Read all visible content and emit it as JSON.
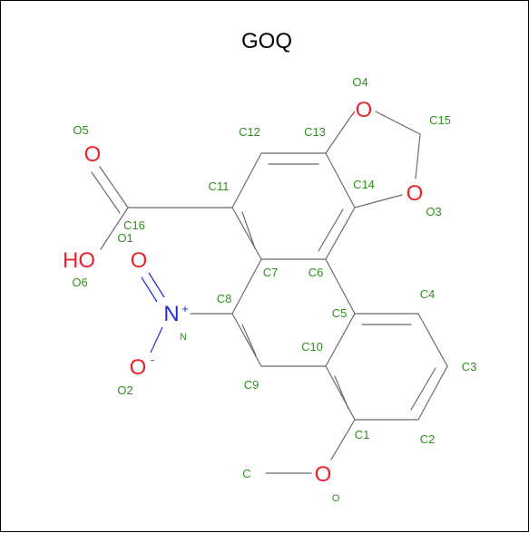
{
  "title": "GOQ",
  "colors": {
    "bond": "#6b6b6b",
    "oxygen": "#e8232a",
    "nitrogen": "#1f2bd6",
    "label": "#2f8f1f"
  },
  "atoms": {
    "O": "O",
    "HO": "HO",
    "N": "N",
    "Nplus": "+",
    "Ominus": "-"
  },
  "labels": {
    "C1": "C1",
    "C2": "C2",
    "C3": "C3",
    "C4": "C4",
    "C5": "C5",
    "C6": "C6",
    "C7": "C7",
    "C8": "C8",
    "C9": "C9",
    "C10": "C10",
    "C11": "C11",
    "C12": "C12",
    "C13": "C13",
    "C14": "C14",
    "C15": "C15",
    "C16": "C16",
    "O1": "O1",
    "O2": "O2",
    "O3": "O3",
    "O4": "O4",
    "O5": "O5",
    "O6": "O6",
    "N": "N",
    "O": "O",
    "C": "C"
  }
}
